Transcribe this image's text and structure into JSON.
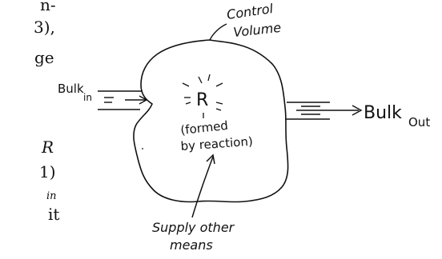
{
  "book_margin": {
    "line1": "n-",
    "line2": "3),",
    "line3": "ge",
    "line4": "R",
    "line5": "1)",
    "line6": "in",
    "line7": "it"
  },
  "diagram": {
    "control_volume_line1": "Control",
    "control_volume_line2": "Volume",
    "bulk_in": "Bulk",
    "bulk_in_sub": "in",
    "bulk_out": "Bulk",
    "bulk_out_sub": "Out",
    "species": "R",
    "formed_line1": "(formed",
    "formed_line2": "by reaction)",
    "supply_line1": "Supply other",
    "supply_line2": "means"
  }
}
